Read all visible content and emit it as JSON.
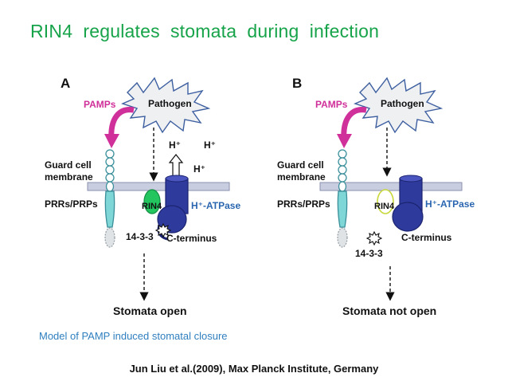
{
  "slide": {
    "title": "RIN4  regulates  stomata  during  infection",
    "caption": "Model of PAMP induced stomatal closure",
    "citation": "Jun Liu et al.(2009), Max Planck Institute, Germany"
  },
  "panel_a": {
    "letter": "A",
    "pamps": "PAMPs",
    "pathogen": "Pathogen",
    "guard_cell_line1": "Guard cell",
    "guard_cell_line2": "membrane",
    "prrs": "PRRs/PRPs",
    "h_plus_1": "H⁺",
    "h_plus_2": "H⁺",
    "h_plus_3": "H⁺",
    "rin4": "RIN4",
    "h_atpase": "H⁺-ATPase",
    "protein_1433": "14-3-3",
    "c_terminus": "C-terminus",
    "outcome": "Stomata open"
  },
  "panel_b": {
    "letter": "B",
    "pamps": "PAMPs",
    "pathogen": "Pathogen",
    "guard_cell_line1": "Guard cell",
    "guard_cell_line2": "membrane",
    "prrs": "PRRs/PRPs",
    "rin4": "RIN4",
    "h_atpase": "H⁺-ATPase",
    "protein_1433": "14-3-3",
    "c_terminus": "C-terminus",
    "outcome": "Stomata not open"
  },
  "colors": {
    "title": "#16a34a",
    "pamps_arrow": "#d0309a",
    "receptor": "#7fd6d6",
    "membrane": "#c9cde0",
    "atpase": "#2e3a9c",
    "rin4_active": "#22c55e",
    "rin4_inactive_outline": "#c8d83a",
    "caption": "#2f7fbf"
  }
}
